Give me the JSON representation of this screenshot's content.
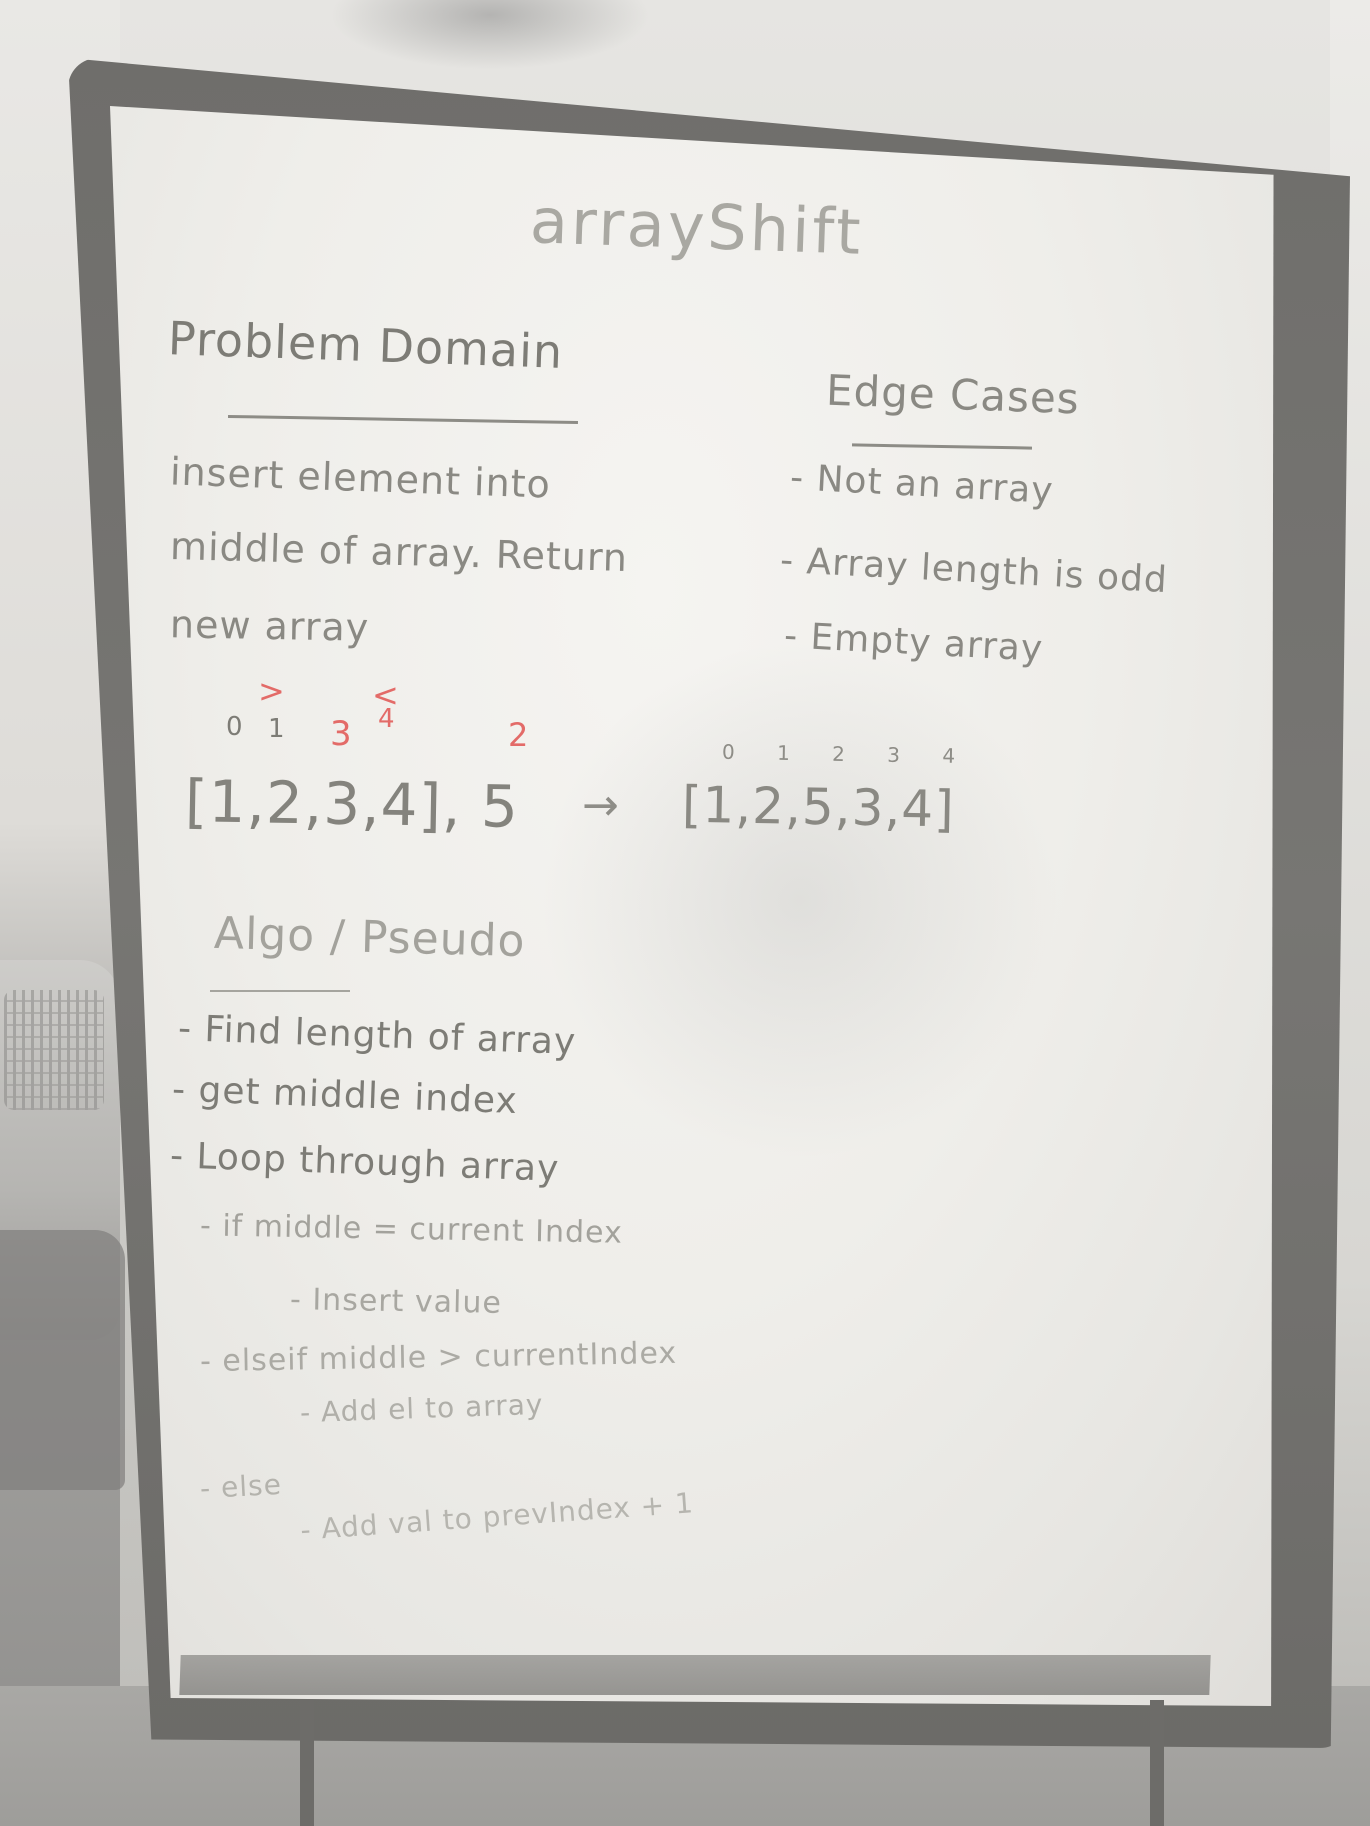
{
  "board": {
    "title": "arrayShift",
    "problem_domain": {
      "heading": "Problem Domain",
      "lines": [
        "insert element into",
        "middle of array. Return",
        "new array"
      ]
    },
    "edge_cases": {
      "heading": "Edge Cases",
      "lines": [
        "- Not an array",
        "- Array length is odd",
        "- Empty array"
      ]
    },
    "example": {
      "indices": [
        "0",
        "1",
        "3",
        "4",
        "2"
      ],
      "markers": [
        ">",
        "<"
      ],
      "input": "[1,2,3,4], 5",
      "arrow": "→",
      "output_indices": "0 1 2 3 4",
      "output": "[1,2,5,3,4]"
    },
    "algorithm": {
      "heading": "Algo / Pseudo",
      "lines": [
        "- Find length of array",
        "- get middle index",
        "- Loop through array",
        "- if middle = current Index",
        "- Insert value",
        "- elseif middle > currentIndex",
        "- Add el to array",
        "- else",
        "- Add val to prevIndex + 1"
      ]
    }
  }
}
